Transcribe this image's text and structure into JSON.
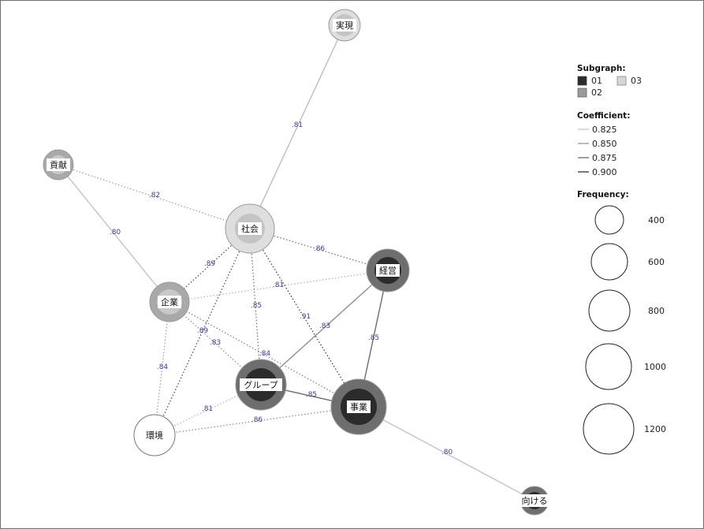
{
  "nodes": [
    {
      "id": "n_jitsugen",
      "label": "実現",
      "subgraph": "03"
    },
    {
      "id": "n_kouken",
      "label": "貢献",
      "subgraph": "02"
    },
    {
      "id": "n_shakai",
      "label": "社会",
      "subgraph": "03"
    },
    {
      "id": "n_keiei",
      "label": "経営",
      "subgraph": "01"
    },
    {
      "id": "n_kigyou",
      "label": "企業",
      "subgraph": "02"
    },
    {
      "id": "n_group",
      "label": "グループ",
      "subgraph": "01"
    },
    {
      "id": "n_jigyou",
      "label": "事業",
      "subgraph": "01"
    },
    {
      "id": "n_kankyou",
      "label": "環境",
      "subgraph": "none"
    },
    {
      "id": "n_mukeru",
      "label": "向ける",
      "subgraph": "01"
    }
  ],
  "edges": [
    {
      "from": "n_shakai",
      "to": "n_jitsugen",
      "label": ".81",
      "style": "solid",
      "shade": "#bdbdbd"
    },
    {
      "from": "n_kouken",
      "to": "n_kigyou",
      "label": ".80",
      "style": "solid",
      "shade": "#c4c4c4"
    },
    {
      "from": "n_kouken",
      "to": "n_shakai",
      "label": ".82",
      "style": "dotted",
      "shade": "#9a9a9a"
    },
    {
      "from": "n_shakai",
      "to": "n_keiei",
      "label": ".86",
      "style": "dotted",
      "shade": "#6a6a6a"
    },
    {
      "from": "n_shakai",
      "to": "n_kigyou",
      "label": ".89",
      "style": "dotted",
      "shade": "#444"
    },
    {
      "from": "n_shakai",
      "to": "n_group",
      "label": ".85",
      "style": "dotted",
      "shade": "#6a6a6a"
    },
    {
      "from": "n_shakai",
      "to": "n_jigyou",
      "label": ".91",
      "style": "dotted",
      "shade": "#333"
    },
    {
      "from": "n_shakai",
      "to": "n_kankyou",
      "label": ".89",
      "style": "dotted",
      "shade": "#444"
    },
    {
      "from": "n_kigyou",
      "to": "n_keiei",
      "label": ".81",
      "style": "dotted",
      "shade": "#b0b0b0"
    },
    {
      "from": "n_kigyou",
      "to": "n_jigyou",
      "label": ".84",
      "style": "dotted",
      "shade": "#7a7a7a"
    },
    {
      "from": "n_kigyou",
      "to": "n_group",
      "label": ".83",
      "style": "dotted",
      "shade": "#8a8a8a"
    },
    {
      "from": "n_kigyou",
      "to": "n_kankyou",
      "label": ".84",
      "style": "dotted",
      "shade": "#9a9a9a"
    },
    {
      "from": "n_group",
      "to": "n_keiei",
      "label": ".83",
      "style": "solid",
      "shade": "#8f8f8f"
    },
    {
      "from": "n_jigyou",
      "to": "n_keiei",
      "label": ".85",
      "style": "solid",
      "shade": "#6d6d6d"
    },
    {
      "from": "n_group",
      "to": "n_jigyou",
      "label": ".85",
      "style": "solid",
      "shade": "#6d6d6d"
    },
    {
      "from": "n_kankyou",
      "to": "n_group",
      "label": ".81",
      "style": "dotted",
      "shade": "#b0b0b0"
    },
    {
      "from": "n_kankyou",
      "to": "n_jigyou",
      "label": ".86",
      "style": "dotted",
      "shade": "#8a8a8a"
    },
    {
      "from": "n_jigyou",
      "to": "n_mukeru",
      "label": ".80",
      "style": "solid",
      "shade": "#c4c4c4"
    }
  ],
  "subgraph_colors": {
    "01": {
      "outer": "#6e6e6e",
      "inner": "#2b2b2b"
    },
    "02": {
      "outer": "#a9a9a9",
      "inner": "#c8c8c8"
    },
    "03": {
      "outer": "#dedede",
      "inner": "#c4c4c4"
    },
    "none": {
      "outer": "#ffffff",
      "inner": "#ffffff"
    }
  },
  "legend": {
    "subgraph_title": "Subgraph:",
    "subgraph_items": [
      {
        "label": "01",
        "color": "#2b2b2b"
      },
      {
        "label": "03",
        "color": "#d6d6d6"
      },
      {
        "label": "02",
        "color": "#9a9a9a"
      }
    ],
    "coefficient_title": "Coefficient:",
    "coefficient_items": [
      {
        "label": "0.825",
        "shade": "#c0c0c0"
      },
      {
        "label": "0.850",
        "shade": "#8e8e8e"
      },
      {
        "label": "0.875",
        "shade": "#5e5e5e"
      },
      {
        "label": "0.900",
        "shade": "#222222"
      }
    ],
    "frequency_title": "Frequency:",
    "frequency_items": [
      {
        "label": "400"
      },
      {
        "label": "600"
      },
      {
        "label": "800"
      },
      {
        "label": "1000"
      },
      {
        "label": "1200"
      }
    ]
  }
}
